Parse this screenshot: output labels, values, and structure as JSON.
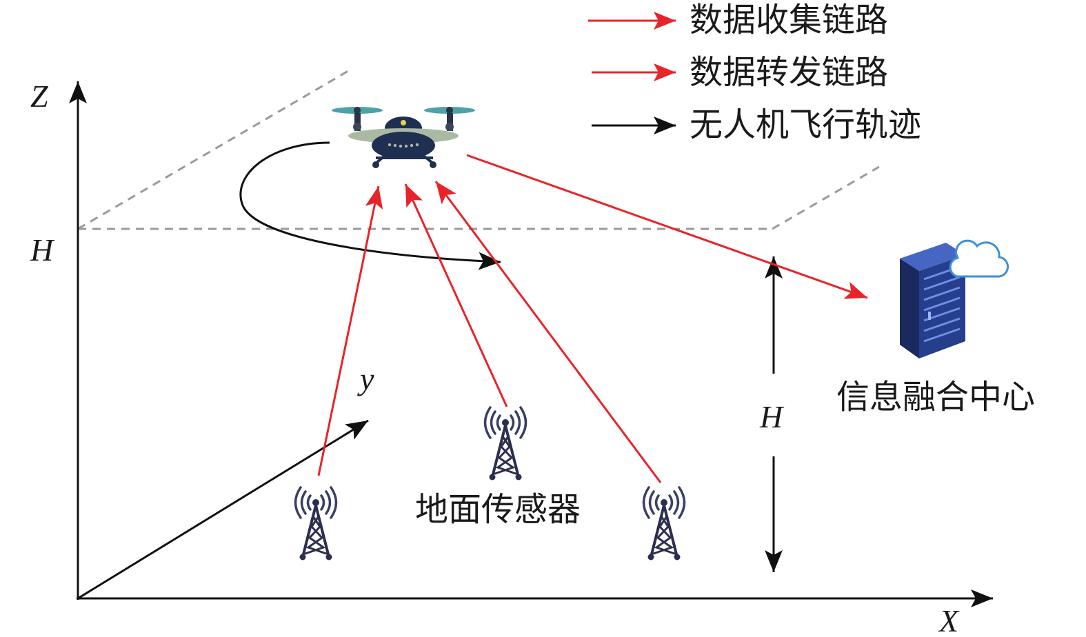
{
  "axes": {
    "z_label": "Z",
    "x_label": "X",
    "y_label": "y",
    "plane_height_label": "H"
  },
  "height_marker": {
    "label": "H"
  },
  "legend": [
    {
      "label": "数据收集链路",
      "color": "#e8232a"
    },
    {
      "label": "数据转发链路",
      "color": "#e8232a"
    },
    {
      "label": "无人机飞行轨迹",
      "color": "#111111"
    }
  ],
  "nodes": {
    "uav": {
      "icon": "drone-icon"
    },
    "fusion_center": {
      "label": "信息融合中心",
      "icon": "server-cloud-icon"
    },
    "sensors": {
      "label": "地面传感器",
      "icon": "antenna-tower-icon"
    }
  },
  "colors": {
    "data_link": "#e8232a",
    "trajectory": "#111111",
    "plane": "#9a9a9a",
    "server": "#253f8c",
    "cloud": "#3f8fd6"
  }
}
